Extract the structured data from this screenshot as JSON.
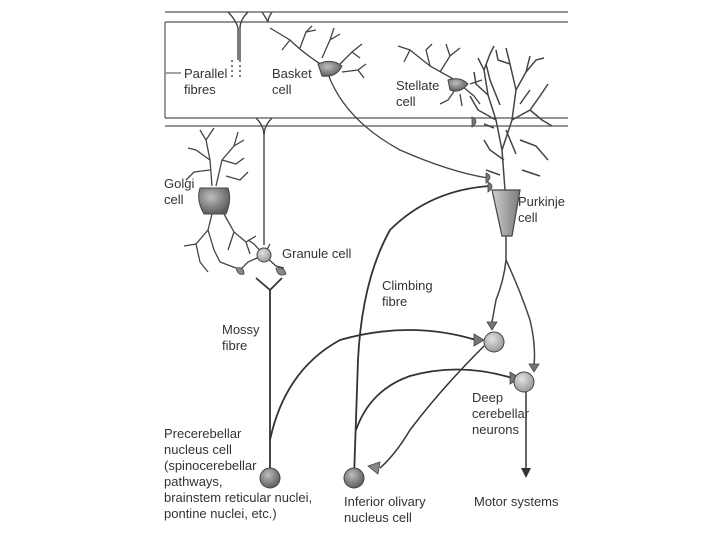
{
  "labels": {
    "parallel_fibres": [
      "Parallel",
      "fibres"
    ],
    "basket_cell": [
      "Basket",
      "cell"
    ],
    "stellate_cell": [
      "Stellate",
      "cell"
    ],
    "golgi_cell": [
      "Golgi",
      "cell"
    ],
    "purkinje_cell": [
      "Purkinje",
      "cell"
    ],
    "granule_cell": "Granule cell",
    "climbing_fibre": [
      "Climbing",
      "fibre"
    ],
    "mossy_fibre": [
      "Mossy",
      "fibre"
    ],
    "deep_cerebellar_neurons": [
      "Deep",
      "cerebellar",
      "neurons"
    ],
    "precerebellar_nucleus_cell": [
      "Precerebellar",
      "nucleus cell",
      "(spinocerebellar",
      "pathways,",
      "brainstem reticular nuclei,",
      "pontine nuclei, etc.)"
    ],
    "inferior_olivary_nucleus_cell": [
      "Inferior olivary",
      "nucleus cell"
    ],
    "motor_systems": "Motor systems"
  },
  "colors": {
    "line": "#3a3a3a",
    "cell_fill": "#8a8a8a",
    "background": "#ffffff"
  }
}
